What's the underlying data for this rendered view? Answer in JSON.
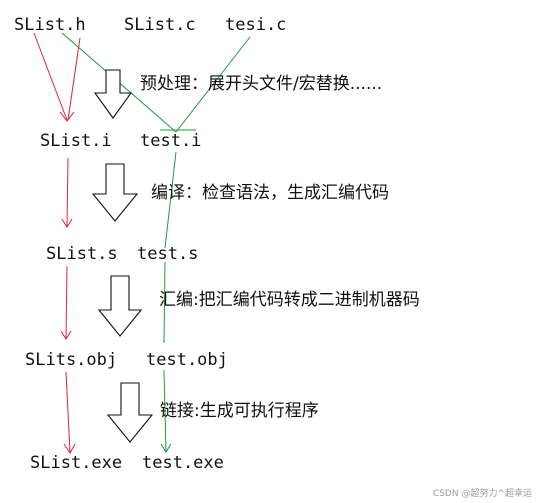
{
  "colors": {
    "red_line": "#d9263a",
    "green_line": "#1f9a3a",
    "text": "#111111",
    "arrow_outline": "#111111",
    "watermark": "#9a9a9a"
  },
  "files": {
    "source_header": "SList.h",
    "source_impl": "SList.c",
    "source_test": "tesi.c",
    "pre_left": "SList.i",
    "pre_right": "test.i",
    "comp_left": "SList.s",
    "comp_right": "test.s",
    "asm_left": "SLits.obj",
    "asm_right": "test.obj",
    "link_left": "SList.exe",
    "link_right": "test.exe"
  },
  "stages": {
    "preprocess": "预处理：展开头文件/宏替换......",
    "compile": "编译：检查语法，生成汇编代码",
    "assemble": "汇编:把汇编代码转成二进制机器码",
    "link": "链接:生成可执行程序"
  },
  "watermark": "CSDN @超努力^超幸运"
}
